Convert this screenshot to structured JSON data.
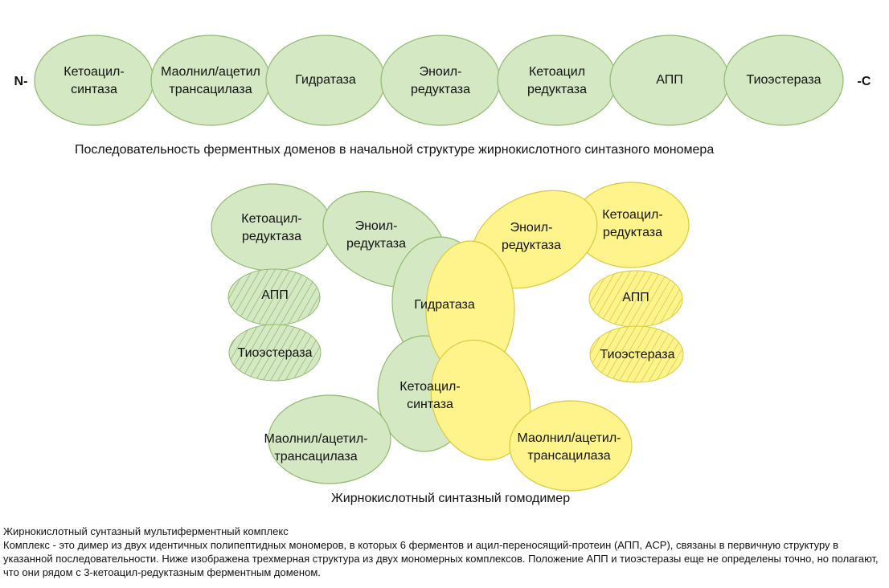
{
  "monomer": {
    "n_label": "N-",
    "c_label": "-C",
    "domains": [
      [
        "Кетоацил-",
        "синтаза"
      ],
      [
        "Маолнил/ацетил",
        "трансацилаза"
      ],
      [
        "Гидратаза"
      ],
      [
        "Эноил-",
        "редуктаза"
      ],
      [
        "Кетоацил",
        "редуктаза"
      ],
      [
        "АПП"
      ],
      [
        "Тиоэстераза"
      ]
    ],
    "caption": "Последовательность ферментных доменов в начальной структуре жирнокислотного синтазного мономера"
  },
  "dimer": {
    "green": {
      "ketoacyl_reductase": [
        "Кетоацил-",
        "редуктаза"
      ],
      "enoyl_reductase": [
        "Эноил-",
        "редуктаза"
      ],
      "hydratase": "Гидратаза",
      "ketoacyl_synthase": [
        "Кетоацил-",
        "синтаза"
      ],
      "transacylase": [
        "Маолнил/ацетил-",
        "трансацилаза"
      ],
      "acp": "АПП",
      "thioesterase": "Тиоэстераза"
    },
    "yellow": {
      "ketoacyl_reductase": [
        "Кетоацил-",
        "редуктаза"
      ],
      "enoyl_reductase": [
        "Эноил-",
        "редуктаза"
      ],
      "transacylase": [
        "Маолнил/ацетил-",
        "трансацилаза"
      ],
      "acp": "АПП",
      "thioesterase": "Тиоэстераза"
    },
    "caption": "Жирнокислотный синтазный гомодимер"
  },
  "description": {
    "title": "Жирнокислотный сунтазный мультиферментный комплекс",
    "body": "Комплекс - это димер из двух идентичных полипептидных мономеров, в которых 6 ферментов и ацил-переносящий-протеин (АПП, ACP), связаны в первичную структуру в указанной последовательности. Ниже изображена трехмерная структура из двух мономерных комплексов. Положение АПП и тиоэстеразы еще не определены точно, но полагают, что они рядом с 3-кетоацил-редуктазным ферментным доменом."
  },
  "colors": {
    "green_fill": "#d5e8c4",
    "green_stroke": "#8fba6c",
    "yellow_fill": "#fff38c",
    "yellow_stroke": "#d9c93c"
  }
}
